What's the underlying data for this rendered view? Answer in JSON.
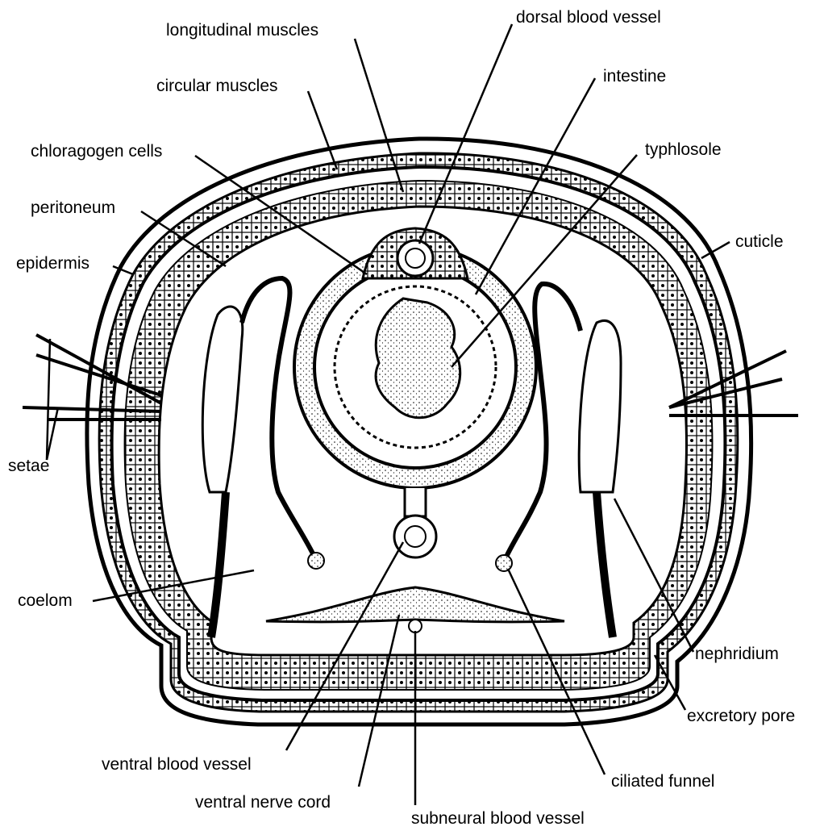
{
  "colors": {
    "ink": "#000000",
    "paper": "#ffffff",
    "fill_light": "#ffffff"
  },
  "labels": {
    "longitudinal_muscles": "longitudinal muscles",
    "circular_muscles": "circular muscles",
    "chloragogen_cells": "chloragogen cells",
    "peritoneum": "peritoneum",
    "epidermis": "epidermis",
    "setae": "setae",
    "coelom": "coelom",
    "ventral_blood_vessel": "ventral blood vessel",
    "ventral_nerve_cord": "ventral nerve cord",
    "subneural_blood_vessel": "subneural blood vessel",
    "ciliated_funnel": "ciliated funnel",
    "excretory_pore": "excretory pore",
    "nephridium": "nephridium",
    "cuticle": "cuticle",
    "typhlosole": "typhlosole",
    "intestine": "intestine",
    "dorsal_blood_vessel": "dorsal blood vessel"
  }
}
